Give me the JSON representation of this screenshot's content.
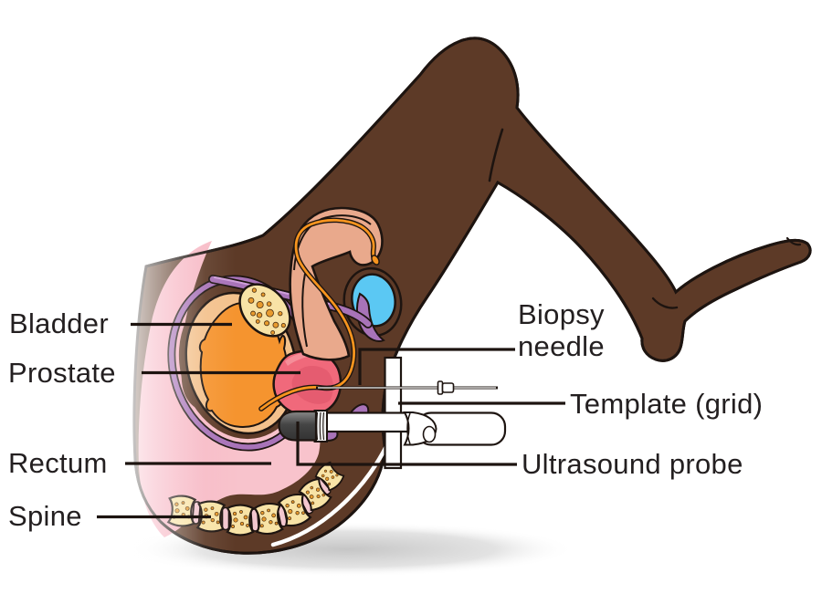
{
  "labels": {
    "bladder": "Bladder",
    "prostate": "Prostate",
    "rectum": "Rectum",
    "spine": "Spine",
    "biopsy_needle": "Biopsy needle",
    "template_grid": "Template (grid)",
    "ultrasound_probe": "Ultrasound probe"
  },
  "colors": {
    "background": "#ffffff",
    "label_text": "#231f20",
    "leader_line": "#1d1410",
    "outline": "#1d1410",
    "skin": "#5d3a27",
    "glow_pink": "#f6a9ba",
    "tissue_pink": "#f8c3cc",
    "bladder_orange": "#f5942f",
    "bladder_wall": "#f3c18c",
    "bone_cream": "#f8e3a6",
    "bone_speckle": "#e89b2e",
    "prostate_pink": "#f0697b",
    "prostate_dark": "#e55c70",
    "prostate_light": "#f58e99",
    "testicle_blue": "#5bc8f3",
    "purple": "#a873b8",
    "purple_light": "#cf9fda",
    "urethra_orange": "#f7941e",
    "penis_salmon": "#e9a98c",
    "disc_pink": "#f3c7cf",
    "probe_gray_dark": "#454545",
    "instrument_white": "#ffffff"
  }
}
